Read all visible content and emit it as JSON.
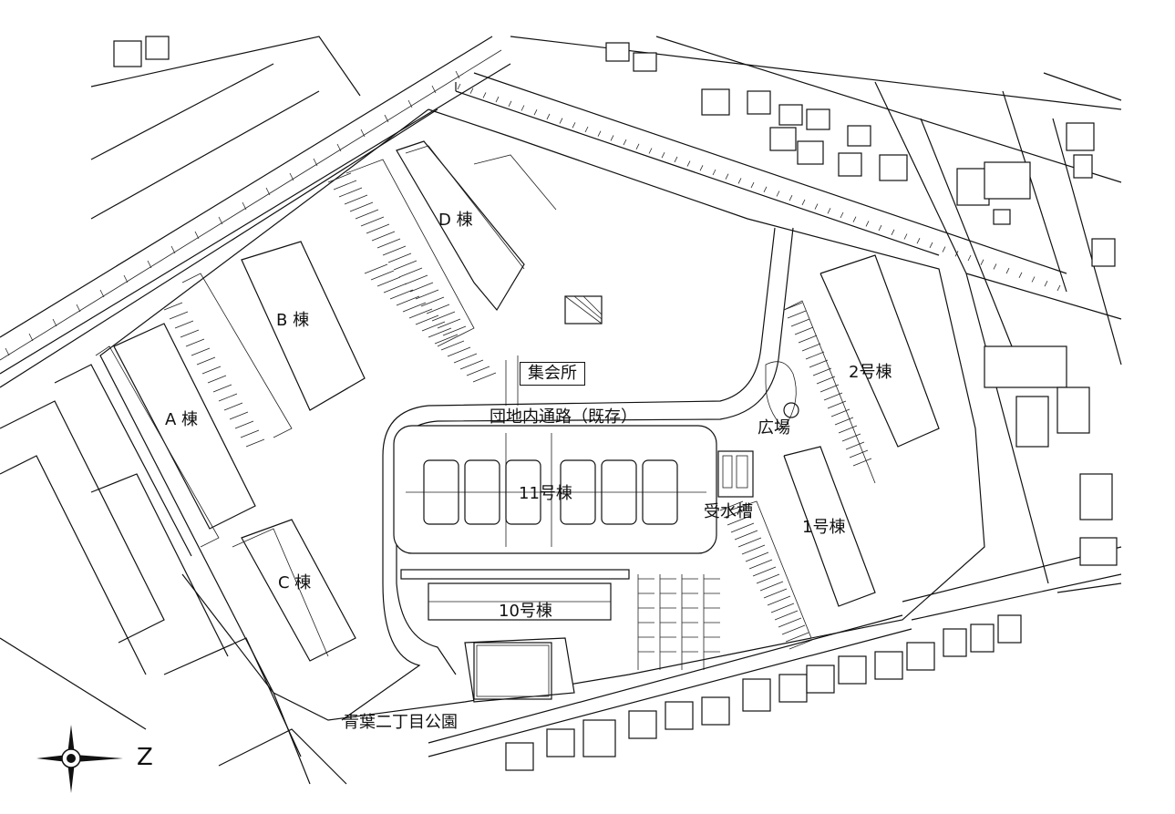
{
  "labels": {
    "building_a": "A 棟",
    "building_b": "B 棟",
    "building_c": "C 棟",
    "building_d": "D 棟",
    "building_1": "1号棟",
    "building_2": "2号棟",
    "building_10": "10号棟",
    "building_11": "11号棟",
    "meeting_hall": "集会所",
    "internal_road": "団地内通路（既存）",
    "plaza": "広場",
    "water_tank": "受水槽",
    "park": "青葉二丁目公園"
  },
  "north_arrow": {
    "letter": "Z",
    "icon": "compass-rose-icon"
  },
  "colors": {
    "line": "#111111",
    "background": "#ffffff"
  }
}
